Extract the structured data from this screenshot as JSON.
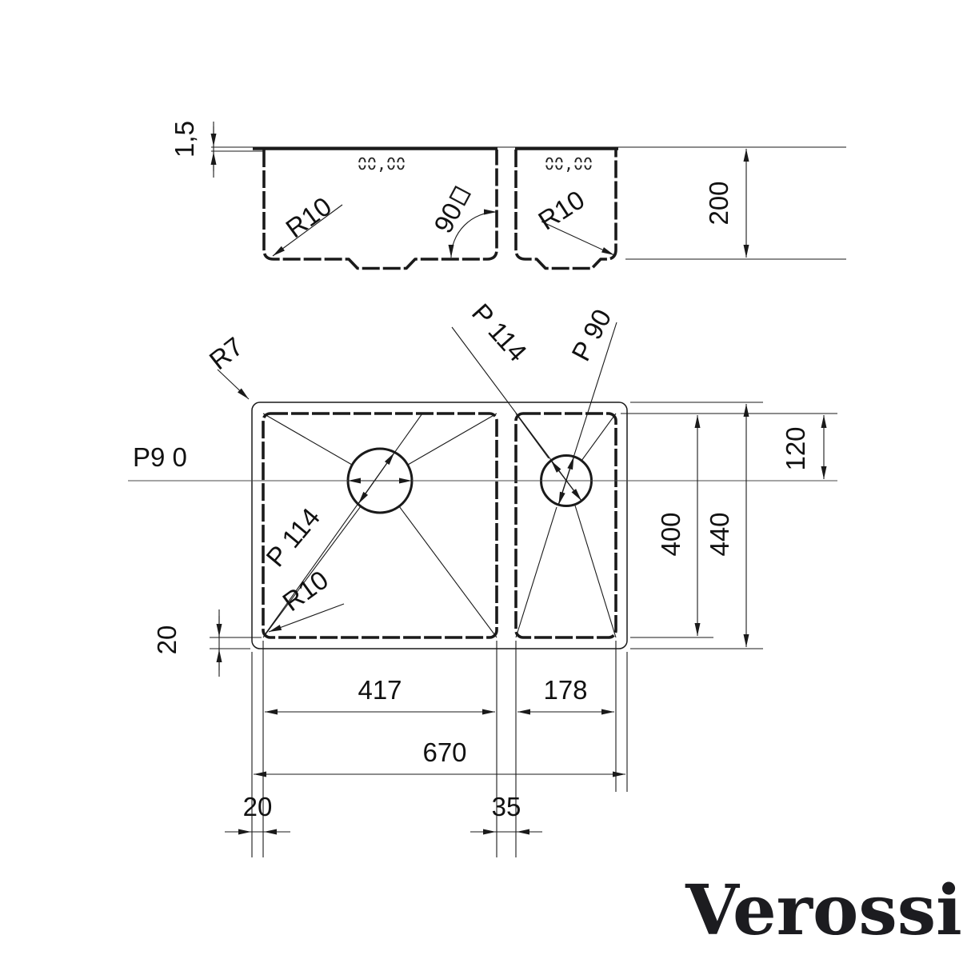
{
  "brand": "Verossi",
  "side_view": {
    "sheet_thickness": "1,5",
    "bowl_depth": "200",
    "bowl1_corner_radius": "R10",
    "bowl2_corner_radius": "R10",
    "wall_angle": "90",
    "bowl1_stamp": "00,00",
    "bowl2_stamp": "00,00"
  },
  "plan_view": {
    "corner_radius_label": "R7",
    "diameter_90_left_label": "P9 0",
    "diameter_114_top_label": "P 114",
    "diameter_90_top_label": "P 90",
    "diameter_114_inner_label": "P 114",
    "bowl_corner_radius_label": "R10",
    "rim_bottom": "20",
    "drain_center_offset": "120",
    "bowl_inner_length": "400",
    "outer_length": "440",
    "bowl1_width": "417",
    "bowl2_width": "178",
    "overall_width": "670",
    "rim_left": "20",
    "divider_width": "35"
  }
}
